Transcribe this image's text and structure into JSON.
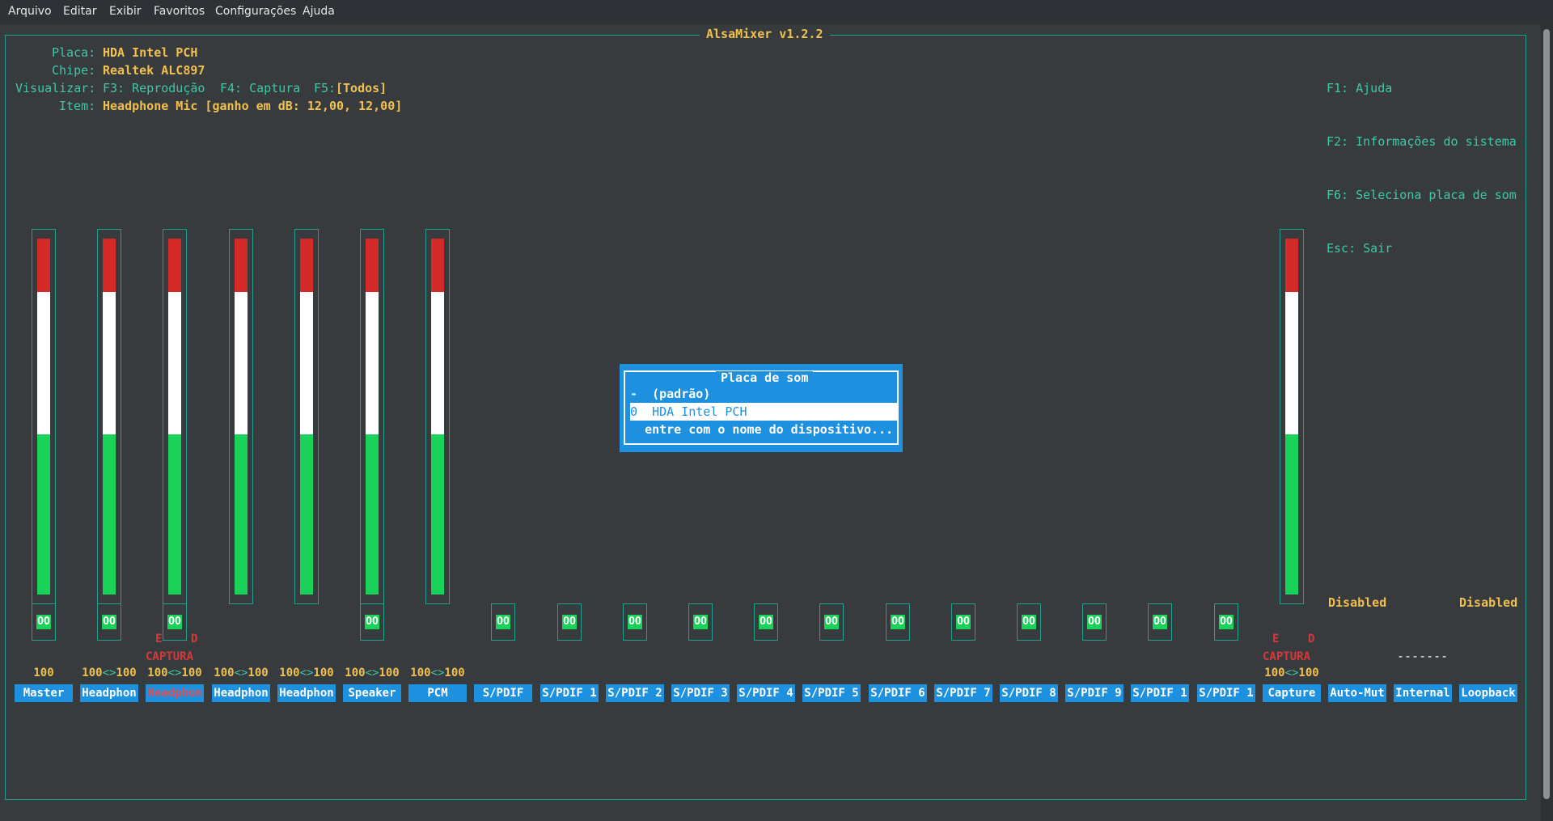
{
  "menu": [
    "Arquivo",
    "Editar",
    "Exibir",
    "Favoritos",
    "Configurações",
    "Ajuda"
  ],
  "app_title": "AlsaMixer v1.2.2",
  "info": {
    "card_label": "Placa:",
    "card_value": "HDA Intel PCH",
    "chip_label": "Chipe:",
    "chip_value": "Realtek ALC897",
    "view_label": "Visualizar:",
    "view_f3": "F3: Reprodução",
    "view_f4": "F4: Captura",
    "view_f5": "F5:",
    "view_f5_value": "[Todos]",
    "item_label": "Item:",
    "item_value": "Headphone Mic [ganho em dB: 12,00, 12,00]"
  },
  "help": [
    "F1: Ajuda",
    "F2: Informações do sistema",
    "F6: Seleciona placa de som",
    "Esc: Sair"
  ],
  "channels": [
    {
      "name": "Master",
      "volume": "100",
      "level": 100,
      "mute": "OO"
    },
    {
      "name": "Headphon",
      "volume": "100<>100",
      "level": 100,
      "mute": "OO"
    },
    {
      "name": "Headphon",
      "volume": "100<>100",
      "level": 100,
      "mute": "OO",
      "capture": "CAPTURA",
      "left": "E",
      "right": "D",
      "selected": true
    },
    {
      "name": "Headphon",
      "volume": "100<>100",
      "level": 100
    },
    {
      "name": "Headphon",
      "volume": "100<>100",
      "level": 100
    },
    {
      "name": "Speaker",
      "volume": "100<>100",
      "level": 100,
      "mute": "OO"
    },
    {
      "name": "PCM",
      "volume": "100<>100",
      "level": 100
    },
    {
      "name": "S/PDIF",
      "mute": "OO"
    },
    {
      "name": "S/PDIF 1",
      "mute": "OO"
    },
    {
      "name": "S/PDIF 2",
      "mute": "OO"
    },
    {
      "name": "S/PDIF 3",
      "mute": "OO"
    },
    {
      "name": "S/PDIF 4",
      "mute": "OO"
    },
    {
      "name": "S/PDIF 5",
      "mute": "OO"
    },
    {
      "name": "S/PDIF 6",
      "mute": "OO"
    },
    {
      "name": "S/PDIF 7",
      "mute": "OO"
    },
    {
      "name": "S/PDIF 8",
      "mute": "OO"
    },
    {
      "name": "S/PDIF 9",
      "mute": "OO"
    },
    {
      "name": "S/PDIF 1",
      "mute": "OO"
    },
    {
      "name": "S/PDIF 1",
      "mute": "OO"
    },
    {
      "name": "Capture",
      "volume": "100<>100",
      "level": 100,
      "capture": "CAPTURA",
      "left": "E",
      "right": "D"
    },
    {
      "name": "Auto-Mut",
      "status": "Disabled"
    },
    {
      "name": "Internal",
      "status": "-------"
    },
    {
      "name": "Loopback",
      "status": "Disabled"
    }
  ],
  "dialog": {
    "title": "Placa de som",
    "items": [
      {
        "key": "-",
        "label": "(padrão)"
      },
      {
        "key": "0",
        "label": "HDA Intel PCH"
      },
      {
        "key": "",
        "label": "entre com o nome do dispositivo..."
      }
    ],
    "selected_index": 1
  },
  "colors": {
    "accent": "#1e90e0",
    "border": "#1fa08c",
    "label": "#3fc7a8",
    "value": "#f0c050",
    "meter_red": "#d42a2a",
    "meter_white": "#ffffff",
    "meter_green": "#1ad25a"
  }
}
